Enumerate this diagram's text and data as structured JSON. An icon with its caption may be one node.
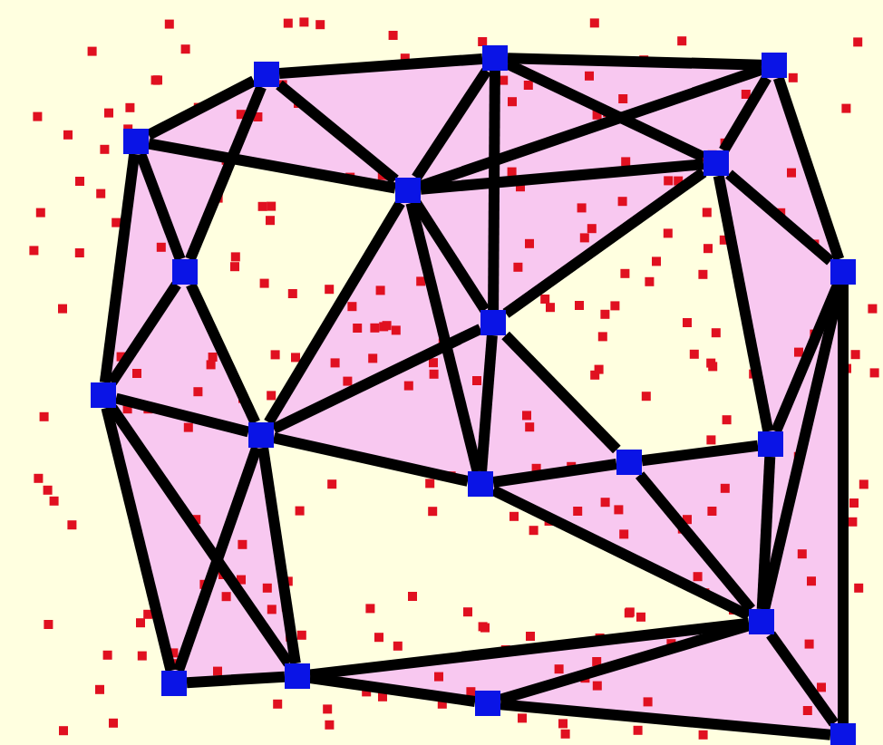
{
  "diagram": {
    "nodes": [
      {
        "text": [],
        "shape": "box"
      },
      {
        "text": [],
        "shape": "box"
      },
      {
        "text": [],
        "shape": "box"
      },
      {
        "text": [],
        "shape": "box"
      },
      {
        "text": [],
        "shape": "box"
      },
      {
        "text": [],
        "shape": "box"
      },
      {
        "text": [],
        "shape": "box"
      },
      {
        "text": [],
        "shape": "box"
      },
      {
        "text": [],
        "shape": "box"
      },
      {
        "text": [],
        "shape": "box"
      },
      {
        "text": [],
        "shape": "box"
      },
      {
        "text": [],
        "shape": "box"
      },
      {
        "text": [],
        "shape": "box"
      },
      {
        "text": [],
        "shape": "box"
      },
      {
        "text": [],
        "shape": "box"
      },
      {
        "text": [],
        "shape": "box"
      },
      {
        "text": [],
        "shape": "box"
      },
      {
        "text": [],
        "shape": "box"
      },
      {
        "text": [],
        "shape": "box"
      }
    ],
    "edges": [
      {
        "from": 0,
        "to": 1,
        "arrow": "none"
      },
      {
        "from": 1,
        "to": 2,
        "arrow": "none"
      },
      {
        "from": 0,
        "to": 3,
        "arrow": "none"
      },
      {
        "from": 3,
        "to": 4,
        "arrow": "none"
      },
      {
        "from": 0,
        "to": 4,
        "arrow": "none"
      },
      {
        "from": 0,
        "to": 6,
        "arrow": "none"
      },
      {
        "from": 1,
        "to": 4,
        "arrow": "none"
      },
      {
        "from": 1,
        "to": 5,
        "arrow": "none"
      },
      {
        "from": 1,
        "to": 8,
        "arrow": "none"
      },
      {
        "from": 4,
        "to": 2,
        "arrow": "none"
      },
      {
        "from": 4,
        "to": 5,
        "arrow": "none"
      },
      {
        "from": 2,
        "to": 5,
        "arrow": "none"
      },
      {
        "from": 2,
        "to": 7,
        "arrow": "none"
      },
      {
        "from": 5,
        "to": 7,
        "arrow": "none"
      },
      {
        "from": 5,
        "to": 8,
        "arrow": "none"
      },
      {
        "from": 5,
        "to": 13,
        "arrow": "none"
      },
      {
        "from": 3,
        "to": 6,
        "arrow": "none"
      },
      {
        "from": 3,
        "to": 9,
        "arrow": "none"
      },
      {
        "from": 6,
        "to": 9,
        "arrow": "none"
      },
      {
        "from": 6,
        "to": 10,
        "arrow": "none"
      },
      {
        "from": 4,
        "to": 10,
        "arrow": "none"
      },
      {
        "from": 4,
        "to": 8,
        "arrow": "none"
      },
      {
        "from": 4,
        "to": 11,
        "arrow": "none"
      },
      {
        "from": 8,
        "to": 10,
        "arrow": "none"
      },
      {
        "from": 8,
        "to": 11,
        "arrow": "none"
      },
      {
        "from": 8,
        "to": 12,
        "arrow": "none"
      },
      {
        "from": 7,
        "to": 13,
        "arrow": "none"
      },
      {
        "from": 7,
        "to": 14,
        "arrow": "none"
      },
      {
        "from": 9,
        "to": 10,
        "arrow": "none"
      },
      {
        "from": 10,
        "to": 11,
        "arrow": "none"
      },
      {
        "from": 11,
        "to": 12,
        "arrow": "none"
      },
      {
        "from": 12,
        "to": 13,
        "arrow": "none"
      },
      {
        "from": 12,
        "to": 14,
        "arrow": "none"
      },
      {
        "from": 11,
        "to": 14,
        "arrow": "none"
      },
      {
        "from": 13,
        "to": 14,
        "arrow": "none"
      },
      {
        "from": 9,
        "to": 15,
        "arrow": "none"
      },
      {
        "from": 9,
        "to": 16,
        "arrow": "none"
      },
      {
        "from": 10,
        "to": 15,
        "arrow": "none"
      },
      {
        "from": 10,
        "to": 16,
        "arrow": "none"
      },
      {
        "from": 15,
        "to": 16,
        "arrow": "none"
      },
      {
        "from": 16,
        "to": 17,
        "arrow": "none"
      },
      {
        "from": 16,
        "to": 14,
        "arrow": "none"
      },
      {
        "from": 17,
        "to": 14,
        "arrow": "none"
      },
      {
        "from": 14,
        "to": 18,
        "arrow": "none"
      },
      {
        "from": 17,
        "to": 18,
        "arrow": "none"
      },
      {
        "from": 7,
        "to": 18,
        "arrow": "none"
      }
    ]
  }
}
